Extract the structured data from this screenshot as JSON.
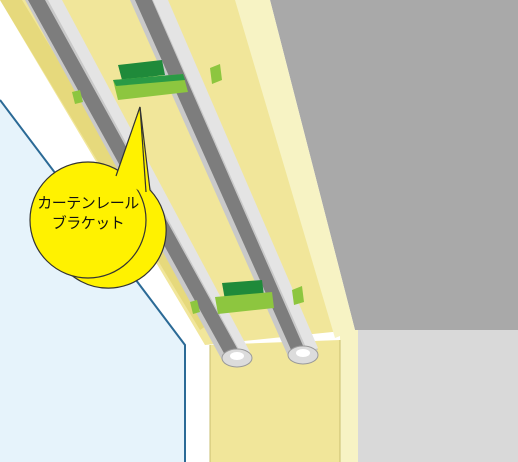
{
  "callout": {
    "line1": "カーテンレール",
    "line2": "ブラケット"
  },
  "colors": {
    "ceiling": "#a9a9a9",
    "right_wall": "#d9d9d9",
    "window_glass": "#e6f3fb",
    "window_frame": "#2b6a96",
    "casing_wood": "#f1e69a",
    "casing_edge": "#f7f3c4",
    "rail_shadow": "#7d7d7d",
    "rail_face": "#c9c9c9",
    "bracket_dark": "#1f8a3a",
    "bracket_light": "#8dc63f",
    "callout_fill": "#fff200"
  },
  "icons": [
    "curtain-rail",
    "rail-bracket",
    "callout-bubble"
  ]
}
